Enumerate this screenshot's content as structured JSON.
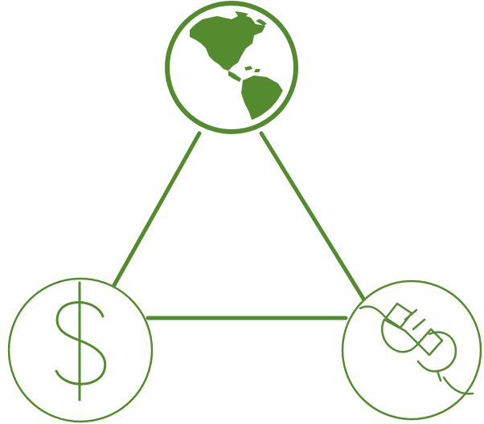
{
  "diagram": {
    "colors": {
      "accent": "#558b2f",
      "background": "#ffffff"
    },
    "nodes": [
      {
        "id": "globe",
        "icon": "globe-icon"
      },
      {
        "id": "money",
        "icon": "dollar-sign-icon"
      },
      {
        "id": "energy",
        "icon": "plug-icon"
      }
    ],
    "edges": [
      {
        "from": "globe",
        "to": "money"
      },
      {
        "from": "globe",
        "to": "energy"
      },
      {
        "from": "money",
        "to": "energy"
      }
    ]
  }
}
